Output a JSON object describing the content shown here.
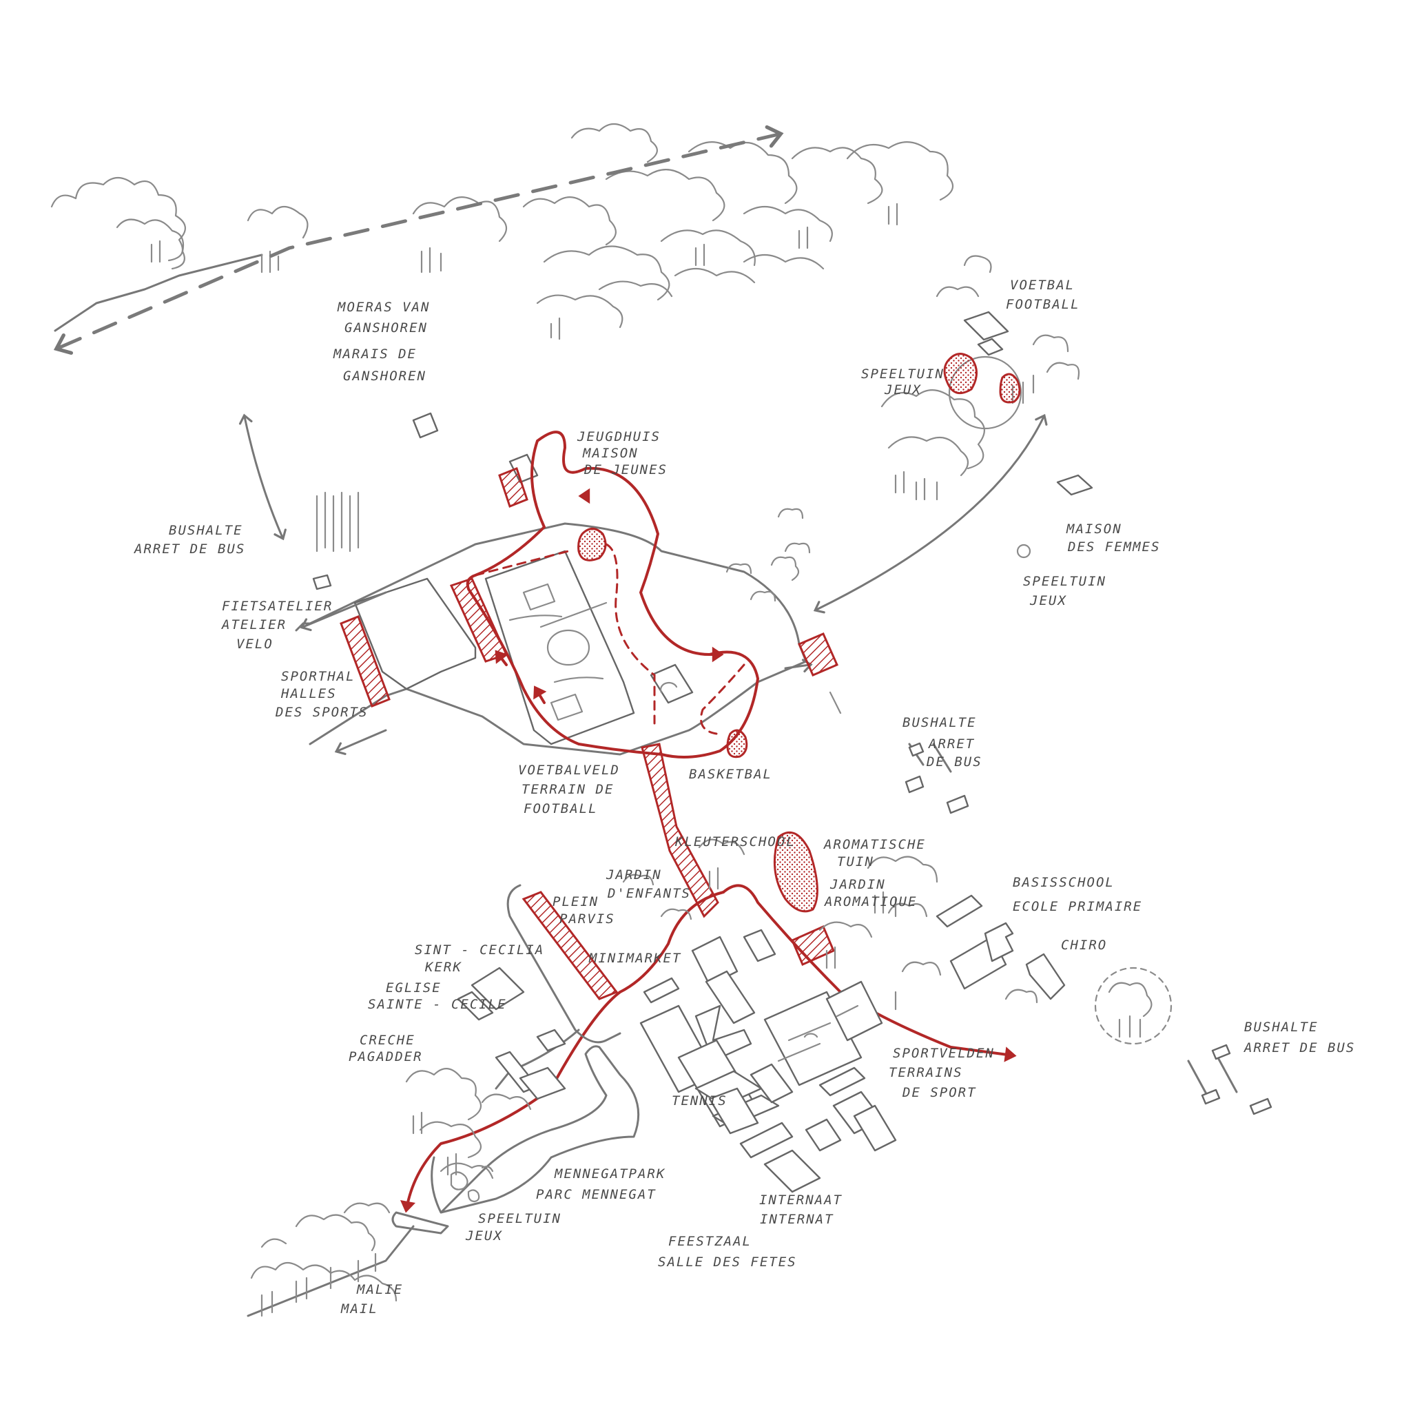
{
  "colors": {
    "route": "#b22727",
    "ink": "#4a4a4a",
    "pencil": "#777777"
  },
  "labels": {
    "moeras": [
      "MOERAS VAN",
      "GANSHOREN"
    ],
    "marais": [
      "MARAIS DE",
      "GANSHOREN"
    ],
    "voetbal_top": [
      "VOETBAL",
      "FOOTBALL"
    ],
    "speeltuin_top": [
      "SPEELTUIN",
      "JEUX"
    ],
    "jeugdhuis": [
      "JEUGDHUIS",
      "MAISON",
      "DE JEUNES"
    ],
    "bushalte_left": [
      "BUSHALTE",
      "ARRET DE BUS"
    ],
    "fietsatelier": [
      "FIETSATELIER",
      "ATELIER",
      "VELO"
    ],
    "sporthal": [
      "SPORTHAL",
      "HALLES",
      "DES SPORTS"
    ],
    "maison_femmes": [
      "MAISON",
      "DES FEMMES"
    ],
    "speeltuin_right": [
      "SPEELTUIN",
      "JEUX"
    ],
    "bushalte_mid": [
      "BUSHALTE",
      "ARRET",
      "DE BUS"
    ],
    "voetbalveld": [
      "VOETBALVELD",
      "TERRAIN DE",
      "FOOTBALL"
    ],
    "basketbal": "BASKETBAL",
    "kleuterschool": "KLEUTERSCHOOL",
    "jardin_enfants": [
      "JARDIN",
      "D'ENFANTS"
    ],
    "aromatische": [
      "AROMATISCHE",
      "TUIN",
      "JARDIN",
      "AROMATIQUE"
    ],
    "basisschool": [
      "BASISSCHOOL",
      "ECOLE PRIMAIRE"
    ],
    "chiro": "CHIRO",
    "plein": [
      "PLEIN",
      "PARVIS"
    ],
    "minimarket": "MINIMARKET",
    "kerk": [
      "SINT - CECILIA",
      "KERK",
      "EGLISE",
      "SAINTE - CECILE"
    ],
    "creche": [
      "CRECHE",
      "PAGADDER"
    ],
    "sportvelden": [
      "SPORTVELDEN",
      "TERRAINS",
      "DE SPORT"
    ],
    "bushalte_right": [
      "BUSHALTE",
      "ARRET DE BUS"
    ],
    "tennis": "TENNIS",
    "mennegatpark": [
      "MENNEGATPARK",
      "PARC MENNEGAT"
    ],
    "speeltuin_park": [
      "SPEELTUIN",
      "JEUX"
    ],
    "internaat": [
      "INTERNAAT",
      "INTERNAT"
    ],
    "feestzaal": [
      "FEESTZAAL",
      "SALLE DES FETES"
    ],
    "malie": [
      "MALIE",
      "MAIL"
    ]
  }
}
